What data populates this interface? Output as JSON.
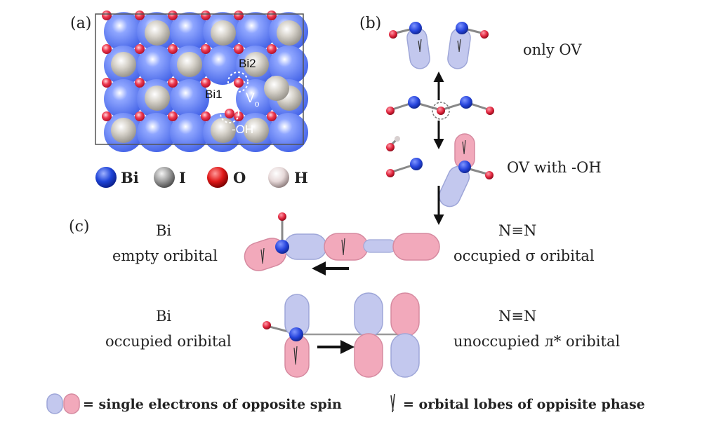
{
  "panel_a": {
    "label": "(a)",
    "sites": {
      "bi2": "Bi2",
      "bi1": "Bi1",
      "vo_main": "V",
      "vo_sub": "o",
      "oh": "-OH"
    },
    "legend": [
      {
        "label": "Bi",
        "color": "#2b4fe0"
      },
      {
        "label": "I",
        "color": "#9a9a9a"
      },
      {
        "label": "O",
        "color": "#e01818"
      },
      {
        "label": "H",
        "color": "#e6d8d8"
      }
    ]
  },
  "panel_b": {
    "label": "(b)",
    "only_ov": "only OV",
    "ov_oh": "OV with -OH"
  },
  "panel_c": {
    "label": "(c)",
    "bi_top_line1": "Bi",
    "bi_top_line2": "empty oribital",
    "nn_top_line1": "N≡N",
    "nn_top_line2": "occupied σ oribital",
    "bi_bot_line1": "Bi",
    "bi_bot_line2": "occupied oribital",
    "nn_bot_line1": "N≡N",
    "nn_bot_line2": "unoccupied л* oribital"
  },
  "footer": {
    "spin_text": "= single electrons of opposite spin",
    "phase_text": "= orbital lobes of oppisite phase"
  },
  "colors": {
    "bi": "#2b4fe0",
    "iodine": "#c8c4bc",
    "oxygen": "#e0243c",
    "lobe_blue": "#c3c8ee",
    "lobe_pink": "#f2a9bb"
  }
}
